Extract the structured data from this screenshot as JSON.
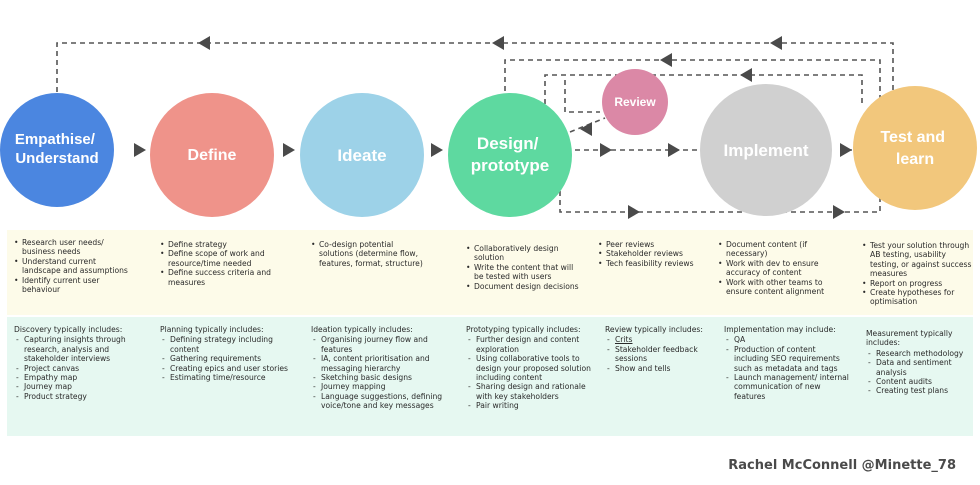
{
  "stages": [
    {
      "id": "empathise",
      "lines": [
        "Empathise/",
        "Understand"
      ],
      "color": "#4b86e0"
    },
    {
      "id": "define",
      "lines": [
        "Define"
      ],
      "color": "#ef938a"
    },
    {
      "id": "ideate",
      "lines": [
        "Ideate"
      ],
      "color": "#9dd2e8"
    },
    {
      "id": "design",
      "lines": [
        "Design/",
        "prototype"
      ],
      "color": "#5ed9a0"
    },
    {
      "id": "review",
      "lines": [
        "Review"
      ],
      "color": "#db88a6"
    },
    {
      "id": "implement",
      "lines": [
        "Implement"
      ],
      "color": "#d0d0d0"
    },
    {
      "id": "test",
      "lines": [
        "Test and",
        "learn"
      ],
      "color": "#f2c77c"
    }
  ],
  "activities": [
    [
      "Research user needs/ business needs",
      "Understand current landscape and assumptions",
      "Identify current user behaviour"
    ],
    [
      "Define strategy",
      "Define scope of work and resource/time needed",
      "Define success criteria and measures"
    ],
    [
      "Co-design potential solutions (determine flow, features, format, structure)"
    ],
    [
      "Collaboratively design solution",
      "Write the content that will be tested with users",
      "Document design decisions"
    ],
    [
      "Peer reviews",
      "Stakeholder reviews",
      "Tech feasibility reviews"
    ],
    [
      "Document content (if necessary)",
      "Work with dev to ensure accuracy of content",
      "Work with other teams to ensure content alignment"
    ],
    [
      "Test your solution through AB testing, usability testing, or against success measures",
      "Report on progress",
      "Create hypotheses for optimisation"
    ]
  ],
  "includes": [
    {
      "heading": "Discovery typically includes:",
      "items": [
        "Capturing insights through research, analysis and stakeholder interviews",
        "Project canvas",
        "Empathy map",
        "Journey map",
        "Product strategy"
      ]
    },
    {
      "heading": "Planning typically includes:",
      "items": [
        "Defining strategy including content",
        "Gathering requirements",
        "Creating epics and user stories",
        "Estimating time/resource"
      ]
    },
    {
      "heading": "Ideation typically includes:",
      "items": [
        "Organising journey flow and features",
        "IA, content prioritisation and messaging hierarchy",
        "Sketching basic designs",
        "Journey mapping",
        "Language suggestions, defining voice/tone and key messages"
      ]
    },
    {
      "heading": "Prototyping typically includes:",
      "items": [
        "Further design and content exploration",
        "Using collaborative tools to design your proposed solution including content",
        "Sharing design and rationale with key stakeholders",
        "Pair writing"
      ]
    },
    {
      "heading": "Review typically includes:",
      "items": [
        "Crits",
        "Stakeholder feedback sessions",
        "Show and tells"
      ]
    },
    {
      "heading": "Implementation may include:",
      "items": [
        "QA",
        "Production of content including SEO requirements such as metadata and tags",
        "Launch management/ internal communication of new features"
      ]
    },
    {
      "heading": "Measurement typically includes:",
      "items": [
        "Research methodology",
        "Data and sentiment analysis",
        "Content audits",
        "Creating test plans"
      ]
    }
  ],
  "credit": "Rachel McConnell @Minette_78"
}
